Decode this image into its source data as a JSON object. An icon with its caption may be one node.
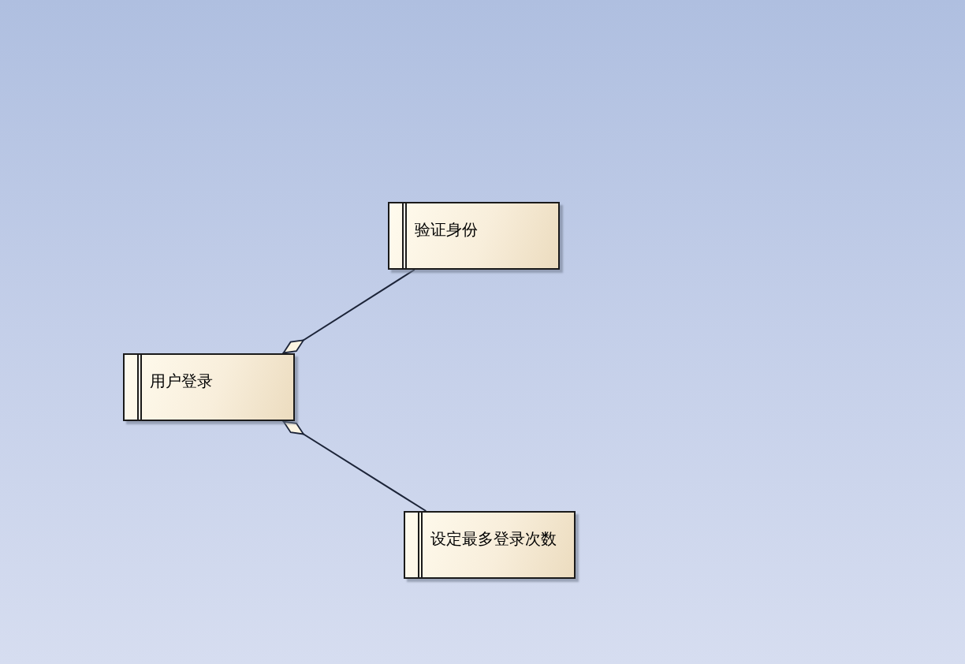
{
  "diagram": {
    "nodes": [
      {
        "text": [
          "验证身份"
        ]
      },
      {
        "text": [
          "用户登录"
        ]
      },
      {
        "text": [
          "设定最多登录次数"
        ]
      }
    ],
    "edges": [
      {
        "from": 1,
        "to": 0,
        "arrow": "other"
      },
      {
        "from": 1,
        "to": 2,
        "arrow": "other"
      }
    ]
  }
}
